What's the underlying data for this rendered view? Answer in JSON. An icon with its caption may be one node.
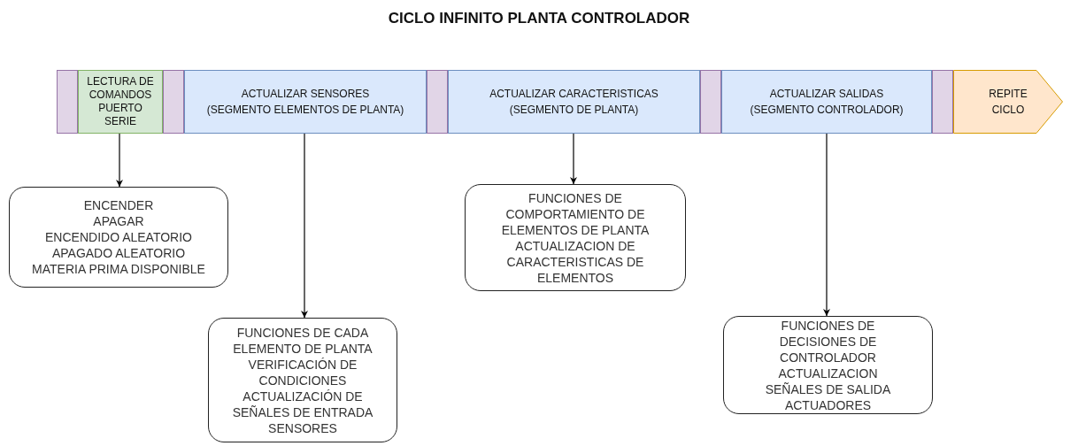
{
  "diagram": {
    "title": "CICLO INFINITO PLANTA CONTROLADOR",
    "nodes": [
      {
        "text": [],
        "shape": "box"
      },
      {
        "text": [
          "LECTURA DE COMANDOS PUERTO SERIE"
        ]
      },
      {
        "text": [],
        "shape": "box"
      },
      {
        "text": [
          "ACTUALIZAR SENSORES",
          "(SEGMENTO ELEMENTOS DE PLANTA)"
        ]
      },
      {
        "text": [],
        "shape": "box"
      },
      {
        "text": [
          "ACTUALIZAR CARACTERISTICAS",
          "(SEGMENTO DE PLANTA)"
        ]
      },
      {
        "text": [],
        "shape": "box"
      },
      {
        "text": [
          "ACTUALIZAR SALIDAS",
          "(SEGMENTO CONTROLADOR)"
        ]
      },
      {
        "text": [],
        "shape": "box"
      },
      {
        "text": [
          "REPITE CICLO"
        ]
      },
      {
        "text": [
          "ENCENDER",
          "APAGAR",
          "ENCENDIDO ALEATORIO",
          "APAGADO ALEATORIO",
          "MATERIA PRIMA DISPONIBLE"
        ]
      },
      {
        "text": [
          "FUNCIONES DE CADA ELEMENTO DE PLANTA",
          "VERIFICACIÓN DE CONDICIONES",
          "ACTUALIZACIÓN DE SEÑALES DE ENTRADA SENSORES"
        ]
      },
      {
        "text": [
          "FUNCIONES DE COMPORTAMIENTO DE ELEMENTOS DE PLANTA",
          "ACTUALIZACION DE CARACTERISTICAS DE ELEMENTOS"
        ]
      },
      {
        "text": [
          "FUNCIONES DE DECISIONES DE CONTROLADOR",
          "ACTUALIZACION SEÑALES DE SALIDA ACTUADORES"
        ]
      }
    ],
    "edges": [
      {
        "from": 1,
        "to": 10,
        "arrow": "to"
      },
      {
        "from": 3,
        "to": 11,
        "arrow": "to"
      },
      {
        "from": 5,
        "to": 12,
        "arrow": "to"
      },
      {
        "from": 7,
        "to": 13,
        "arrow": "to"
      }
    ]
  }
}
